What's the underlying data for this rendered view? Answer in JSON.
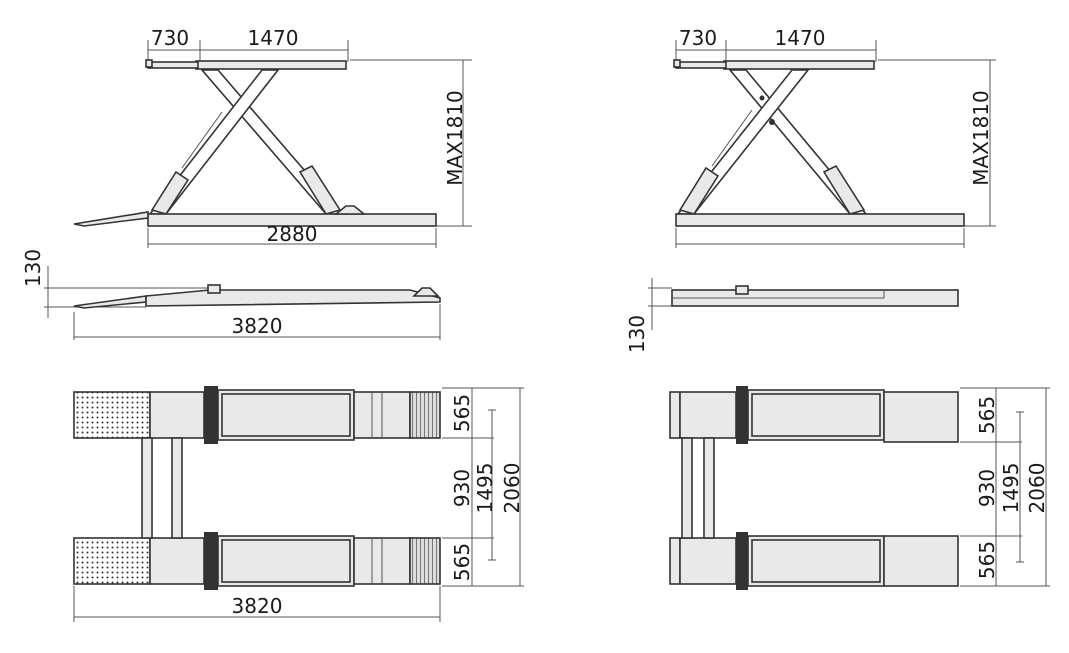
{
  "left_lift": {
    "side_view": {
      "ramp_length": "730",
      "platform_length": "1470",
      "max_height": "MAX1810",
      "base_length": "2880"
    },
    "collapsed_view": {
      "collapsed_height": "130",
      "total_length": "3820"
    },
    "top_view": {
      "track_width_upper": "565",
      "gap": "930",
      "inner_span": "1495",
      "total_width": "2060",
      "track_width_lower": "565",
      "total_length": "3820"
    }
  },
  "right_lift": {
    "side_view": {
      "ramp_length": "730",
      "platform_length": "1470",
      "max_height": "MAX1810"
    },
    "collapsed_view": {
      "collapsed_height": "130"
    },
    "top_view": {
      "track_width_upper": "565",
      "gap": "930",
      "inner_span": "1495",
      "total_width": "2060",
      "track_width_lower": "565"
    }
  },
  "colors": {
    "line": "#333333",
    "fill_light": "#e9e9e9",
    "background": "#ffffff"
  }
}
